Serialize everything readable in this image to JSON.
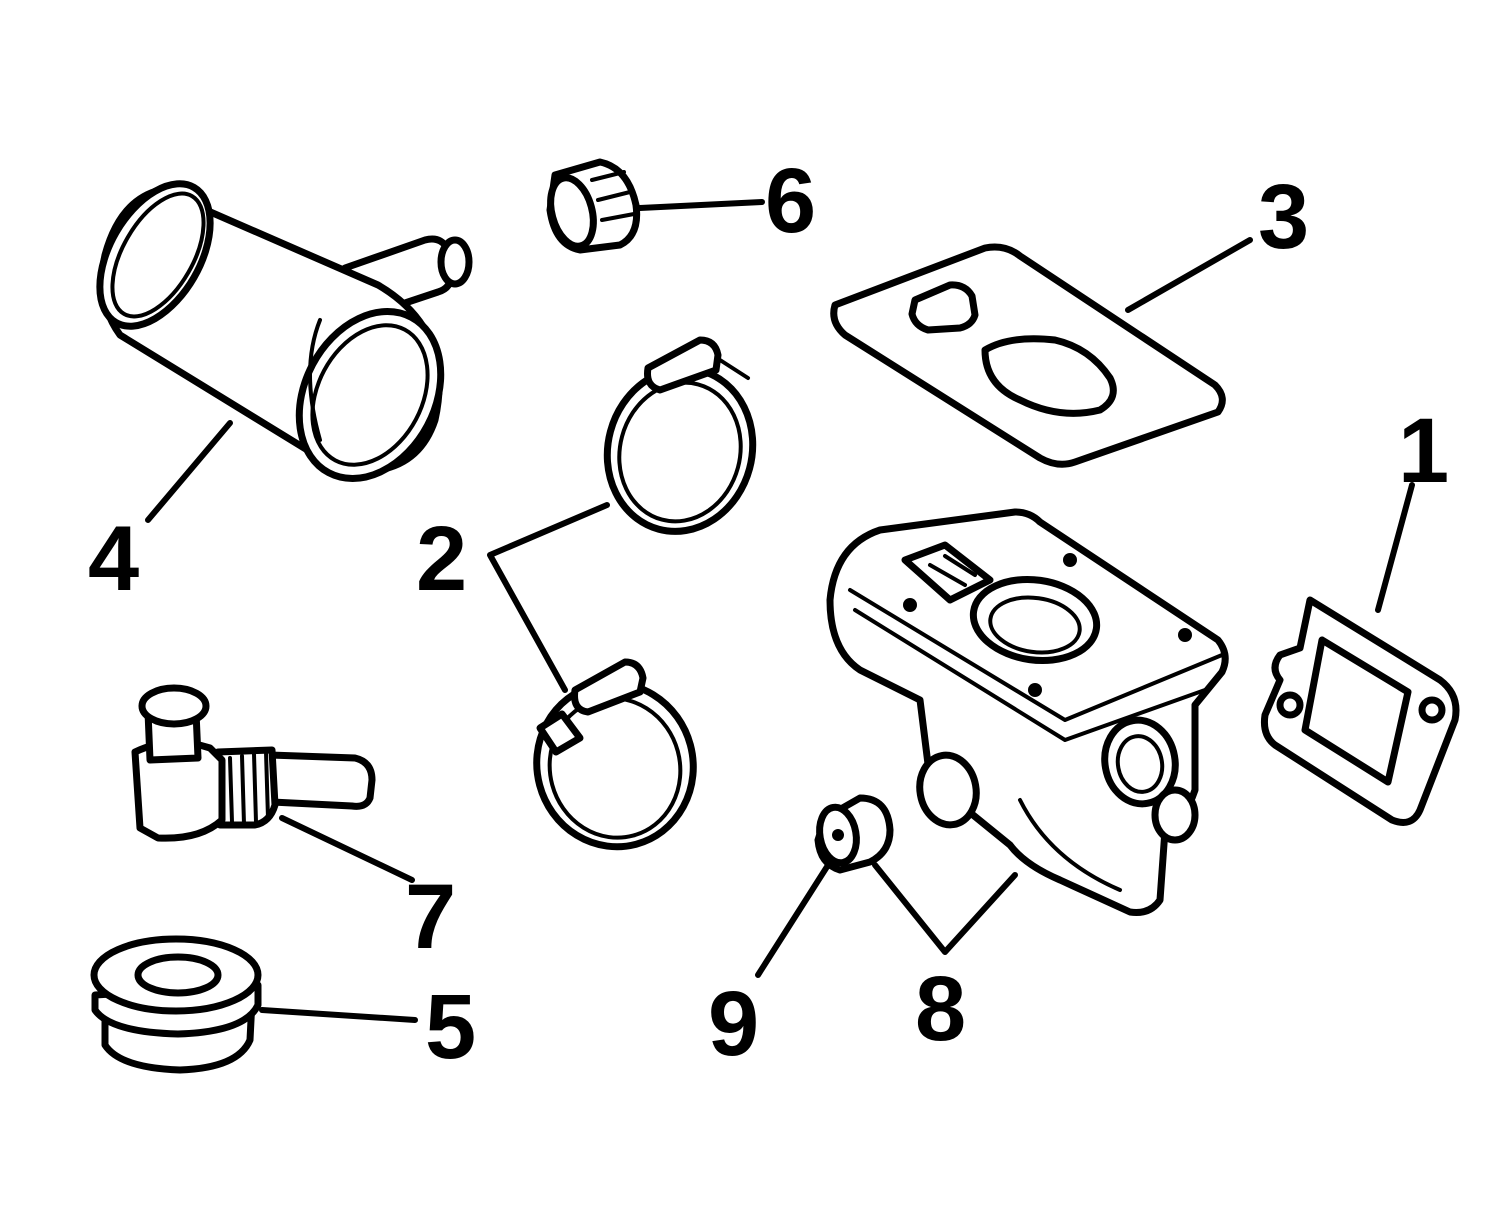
{
  "callouts": [
    {
      "id": "1",
      "label": "1"
    },
    {
      "id": "2",
      "label": "2"
    },
    {
      "id": "3",
      "label": "3"
    },
    {
      "id": "4",
      "label": "4"
    },
    {
      "id": "5",
      "label": "5"
    },
    {
      "id": "6",
      "label": "6"
    },
    {
      "id": "7",
      "label": "7"
    },
    {
      "id": "8",
      "label": "8"
    },
    {
      "id": "9",
      "label": "9"
    }
  ],
  "parts": [
    {
      "callout": "1",
      "icon": "flange-gasket-icon"
    },
    {
      "callout": "2",
      "icon": "hose-clamp-icon"
    },
    {
      "callout": "3",
      "icon": "mounting-gasket-icon"
    },
    {
      "callout": "4",
      "icon": "cylinder-filter-icon"
    },
    {
      "callout": "5",
      "icon": "grommet-icon"
    },
    {
      "callout": "6",
      "icon": "nut-icon"
    },
    {
      "callout": "7",
      "icon": "elbow-fitting-icon"
    },
    {
      "callout": "8",
      "icon": "housing-block-icon"
    },
    {
      "callout": "9",
      "icon": "plug-icon"
    }
  ],
  "colors": {
    "ink": "#000000",
    "paper": "#ffffff"
  }
}
